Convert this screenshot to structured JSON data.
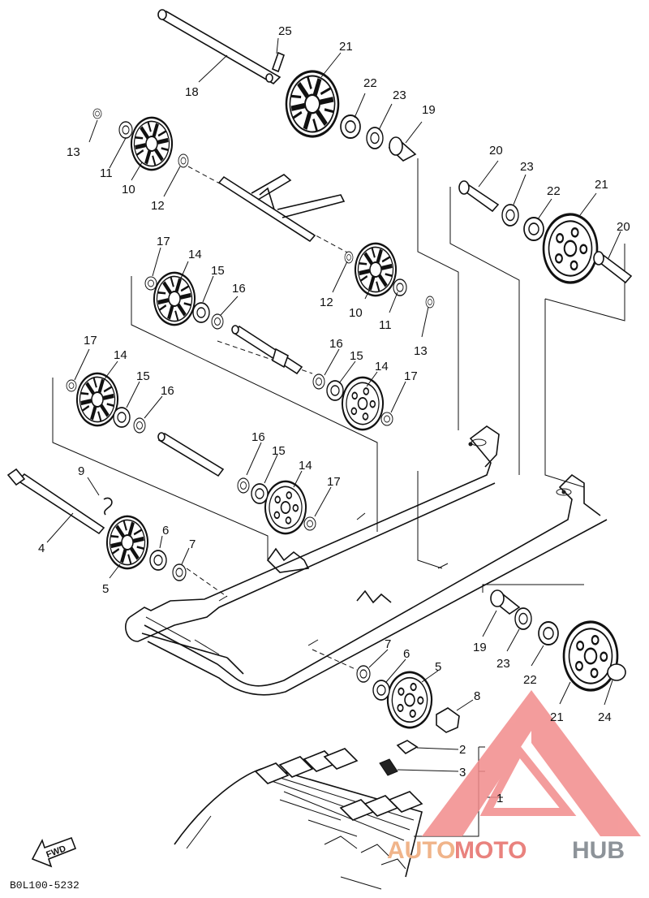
{
  "diagram_code": "B0L100-5232",
  "fwd_label": "FWD",
  "watermark": {
    "part1": "AUTO",
    "part2": "MOTO",
    "part3": "HUB",
    "color_a": "#f0b48a",
    "color_b": "#e9827e",
    "color_c": "#8d9399",
    "triangle_color": "#f28b8b"
  },
  "labels": [
    {
      "id": "l25",
      "text": "25"
    },
    {
      "id": "l21a",
      "text": "21"
    },
    {
      "id": "l18",
      "text": "18"
    },
    {
      "id": "l22a",
      "text": "22"
    },
    {
      "id": "l23a",
      "text": "23"
    },
    {
      "id": "l19a",
      "text": "19"
    },
    {
      "id": "l13a",
      "text": "13"
    },
    {
      "id": "l11a",
      "text": "11"
    },
    {
      "id": "l10a",
      "text": "10"
    },
    {
      "id": "l12a",
      "text": "12"
    },
    {
      "id": "l20a",
      "text": "20"
    },
    {
      "id": "l23b",
      "text": "23"
    },
    {
      "id": "l22b",
      "text": "22"
    },
    {
      "id": "l21b",
      "text": "21"
    },
    {
      "id": "l20b",
      "text": "20"
    },
    {
      "id": "l17a",
      "text": "17"
    },
    {
      "id": "l14a",
      "text": "14"
    },
    {
      "id": "l15a",
      "text": "15"
    },
    {
      "id": "l16a",
      "text": "16"
    },
    {
      "id": "l12b",
      "text": "12"
    },
    {
      "id": "l10b",
      "text": "10"
    },
    {
      "id": "l11b",
      "text": "11"
    },
    {
      "id": "l13b",
      "text": "13"
    },
    {
      "id": "l17b",
      "text": "17"
    },
    {
      "id": "l14b",
      "text": "14"
    },
    {
      "id": "l15b",
      "text": "15"
    },
    {
      "id": "l16b",
      "text": "16"
    },
    {
      "id": "l16c",
      "text": "16"
    },
    {
      "id": "l15c",
      "text": "15"
    },
    {
      "id": "l14c",
      "text": "14"
    },
    {
      "id": "l17c",
      "text": "17"
    },
    {
      "id": "l16d",
      "text": "16"
    },
    {
      "id": "l15d",
      "text": "15"
    },
    {
      "id": "l14d",
      "text": "14"
    },
    {
      "id": "l17d",
      "text": "17"
    },
    {
      "id": "l9",
      "text": "9"
    },
    {
      "id": "l4",
      "text": "4"
    },
    {
      "id": "l6a",
      "text": "6"
    },
    {
      "id": "l7a",
      "text": "7"
    },
    {
      "id": "l5a",
      "text": "5"
    },
    {
      "id": "l19b",
      "text": "19"
    },
    {
      "id": "l23c",
      "text": "23"
    },
    {
      "id": "l22c",
      "text": "22"
    },
    {
      "id": "l21c",
      "text": "21"
    },
    {
      "id": "l24",
      "text": "24"
    },
    {
      "id": "l7b",
      "text": "7"
    },
    {
      "id": "l6b",
      "text": "6"
    },
    {
      "id": "l5b",
      "text": "5"
    },
    {
      "id": "l8",
      "text": "8"
    },
    {
      "id": "l2",
      "text": "2"
    },
    {
      "id": "l3",
      "text": "3"
    },
    {
      "id": "l1",
      "text": "1"
    }
  ]
}
